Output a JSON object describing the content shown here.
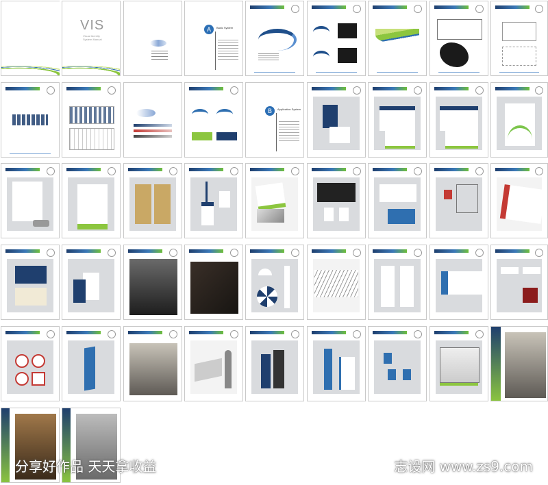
{
  "document": {
    "cover_title": "VIS",
    "cover_subtitle_lines": [
      "Visual Identity",
      "System Manual"
    ],
    "section_a": {
      "letter": "A",
      "title": "Basic System"
    },
    "section_b": {
      "letter": "B",
      "title": "Application System"
    }
  },
  "watermark": {
    "left_text": "分享好作品 天天拿收益",
    "right_text": "志设网 www.zs9.com"
  },
  "colors": {
    "brand_navy": "#1f3f6e",
    "brand_blue": "#2f6fb0",
    "brand_green": "#8cc63f",
    "page_gray": "#d9dbde"
  }
}
